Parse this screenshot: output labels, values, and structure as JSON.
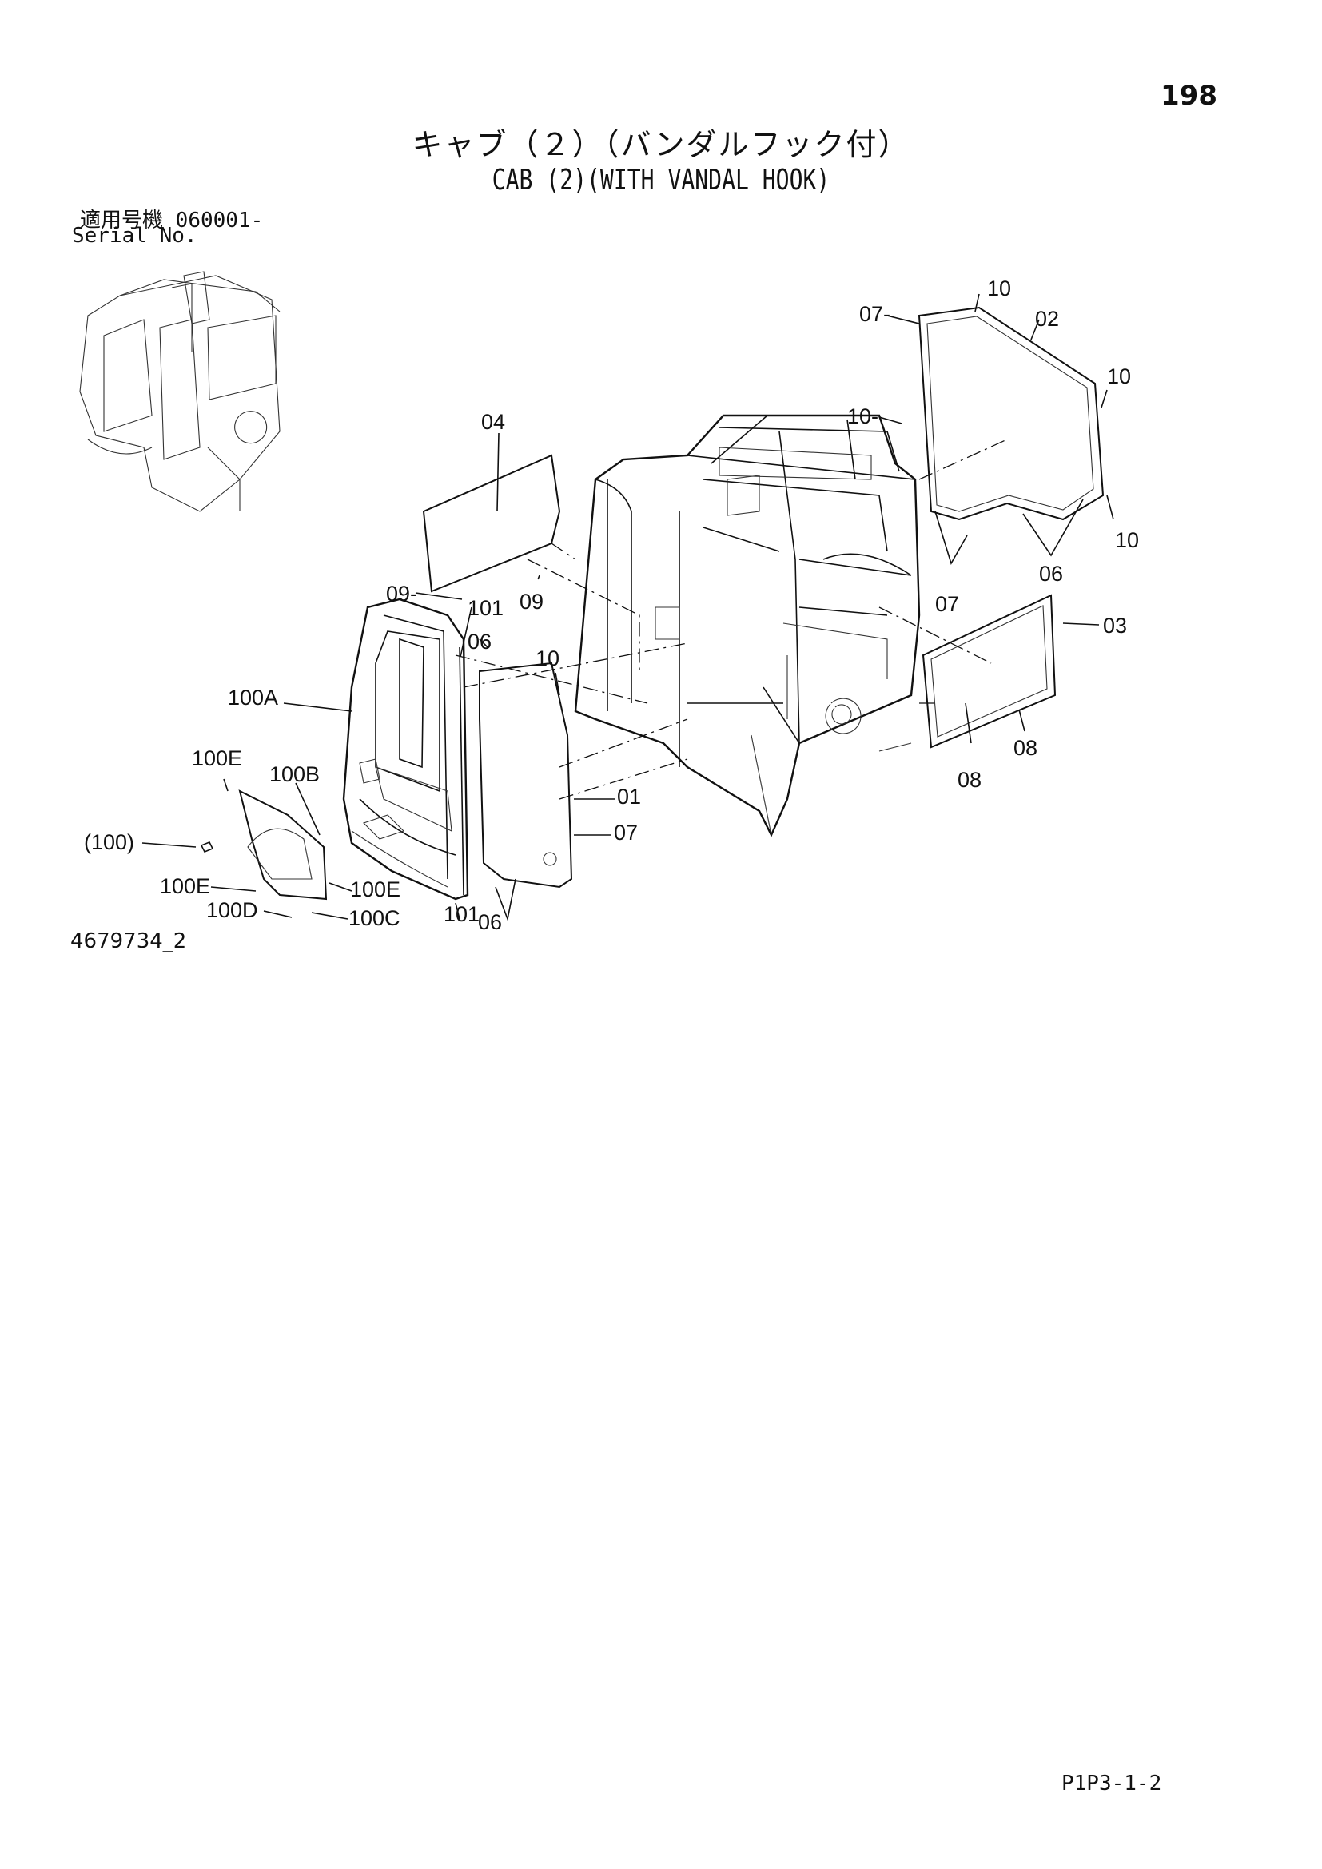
{
  "page": {
    "number": "198",
    "title_ja": "キャブ（２）（バンダルフック付）",
    "title_en": "CAB (2)(WITH VANDAL HOOK)",
    "serial_label_ja": "適用号機",
    "serial_value": "060001-",
    "serial_label_en": "Serial No.",
    "drawing_number": "4679734_2",
    "page_code": "P1P3-1-2"
  },
  "callouts": {
    "c07a": "07-",
    "c10a": "10",
    "c02": "02",
    "c10b": "10",
    "c10c": "10-",
    "c10d": "10",
    "c06a": "06",
    "c07b": "07",
    "c04": "04",
    "c09a": "09-",
    "c101a": "101",
    "c09b": "09",
    "c06b": "06",
    "c10e": "10",
    "c03": "03",
    "c100A": "100A",
    "c100E_a": "100E",
    "c100B": "100B",
    "c08a": "08",
    "c08b": "08",
    "c01": "01",
    "c07c": "07",
    "c100": "(100)",
    "c100E_b": "100E",
    "c100E_c": "100E",
    "c100D": "100D",
    "c100C": "100C",
    "c101b": "101",
    "c06c": "06"
  }
}
